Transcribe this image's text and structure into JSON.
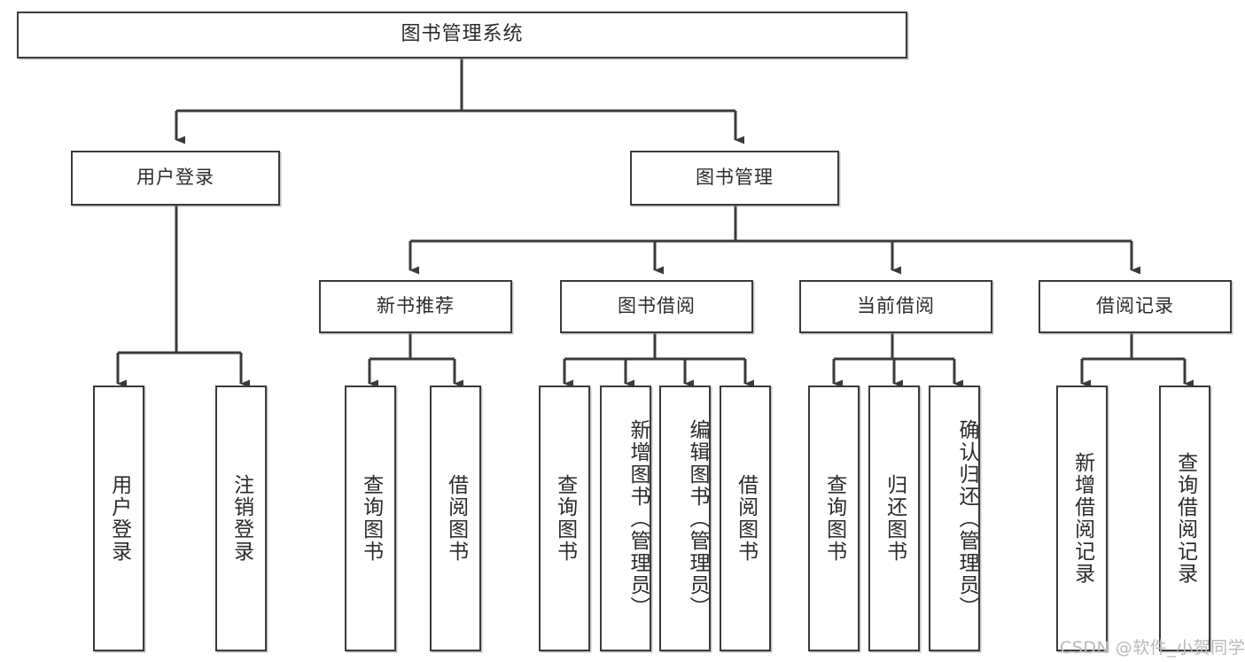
{
  "diagram": {
    "title": "图书管理系统",
    "type": "tree-hierarchy-diagram",
    "root": {
      "label": "图书管理系统"
    },
    "level2": [
      {
        "label": "用户登录"
      },
      {
        "label": "图书管理"
      }
    ],
    "level3": [
      {
        "label": "新书推荐"
      },
      {
        "label": "图书借阅"
      },
      {
        "label": "当前借阅"
      },
      {
        "label": "借阅记录"
      }
    ],
    "leaves": {
      "user_login": [
        {
          "label": "用户登录"
        },
        {
          "label": "注销登录"
        }
      ],
      "new_book_recommend": [
        {
          "label": "查询图书"
        },
        {
          "label": "借阅图书"
        }
      ],
      "book_borrow": [
        {
          "label": "查询图书"
        },
        {
          "label": "新增图书（管理员）"
        },
        {
          "label": "编辑图书（管理员）"
        },
        {
          "label": "借阅图书"
        }
      ],
      "current_borrow": [
        {
          "label": "查询图书"
        },
        {
          "label": "归还图书"
        },
        {
          "label": "确认归还（管理员）"
        }
      ],
      "borrow_record": [
        {
          "label": "新增借阅记录"
        },
        {
          "label": "查询借阅记录"
        }
      ]
    }
  },
  "watermark": {
    "text": "CSDN @软件_小贺同学"
  },
  "colors": {
    "stroke": "#3a3a3a",
    "fill": "#ffffff",
    "text": "#2b2b2b",
    "watermark": "#b9b9b9"
  }
}
